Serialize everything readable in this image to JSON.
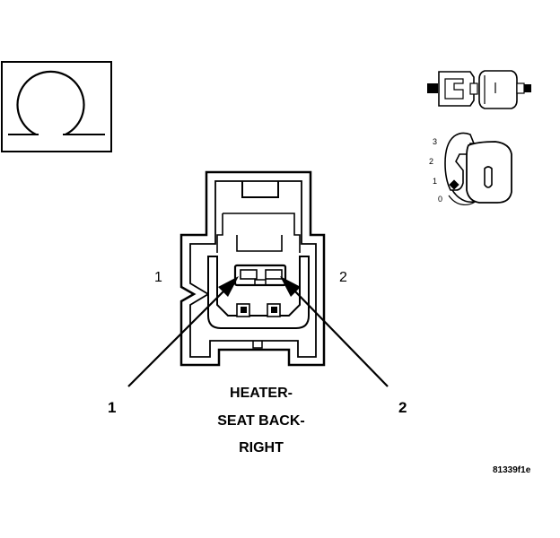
{
  "connector": {
    "title_lines": [
      "HEATER-",
      "SEAT BACK-",
      "RIGHT"
    ],
    "cavity_labels": [
      "1",
      "2"
    ],
    "pin_callouts": [
      "1",
      "2"
    ]
  },
  "ignition_key": {
    "positions": [
      "3",
      "2",
      "1",
      "0"
    ]
  },
  "figure_id": "81339f1e"
}
